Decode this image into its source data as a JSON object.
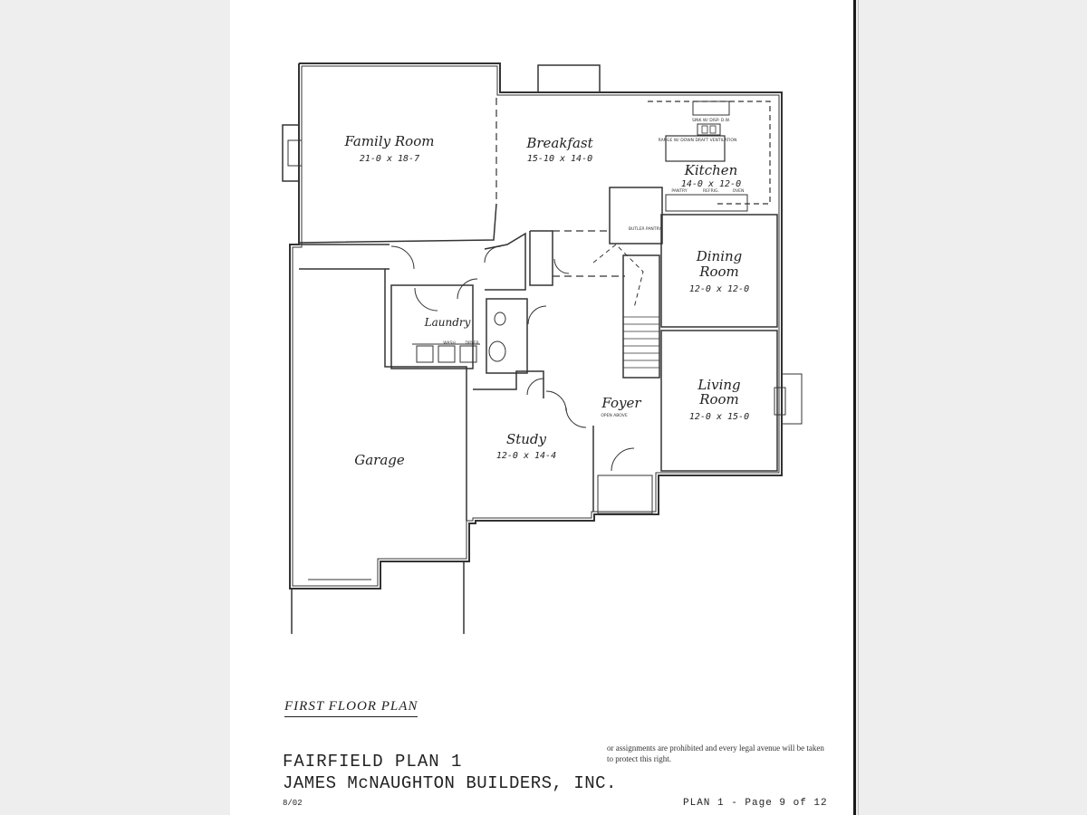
{
  "rooms": [
    {
      "name": "Family Room",
      "size": "21-0 x 18-7"
    },
    {
      "name": "Breakfast",
      "size": "15-10 x 14-0"
    },
    {
      "name": "Kitchen",
      "size": "14-0 x 12-0"
    },
    {
      "name": "Dining",
      "name2": "Room",
      "size": "12-0 x 12-0"
    },
    {
      "name": "Living",
      "name2": "Room",
      "size": "12-0 x 15-0"
    },
    {
      "name": "Foyer",
      "note": "OPEN ABOVE"
    },
    {
      "name": "Study",
      "size": "12-0 x 14-4"
    },
    {
      "name": "Laundry"
    },
    {
      "name": "Garage"
    }
  ],
  "fixtures": {
    "butler_pantry": "BUTLER PANTRY",
    "washer": "WASH",
    "dryer": "DRYER",
    "kitchen_top": "SINK W/ DISP. D.W.",
    "island": "RANGE W/ DOWN DRAFT VENTILATION",
    "pantry": "PANTRY",
    "refrig": "REFRIG.",
    "oven": "OVEN"
  },
  "plan_title": "FIRST FLOOR PLAN",
  "copyright": "or assignments are prohibited and every legal avenue will be taken to protect this right.",
  "plan_name": "FAIRFIELD PLAN 1",
  "builder": "JAMES McNAUGHTON BUILDERS, INC.",
  "date": "8/02",
  "page_number": "PLAN 1 - Page 9 of 12"
}
